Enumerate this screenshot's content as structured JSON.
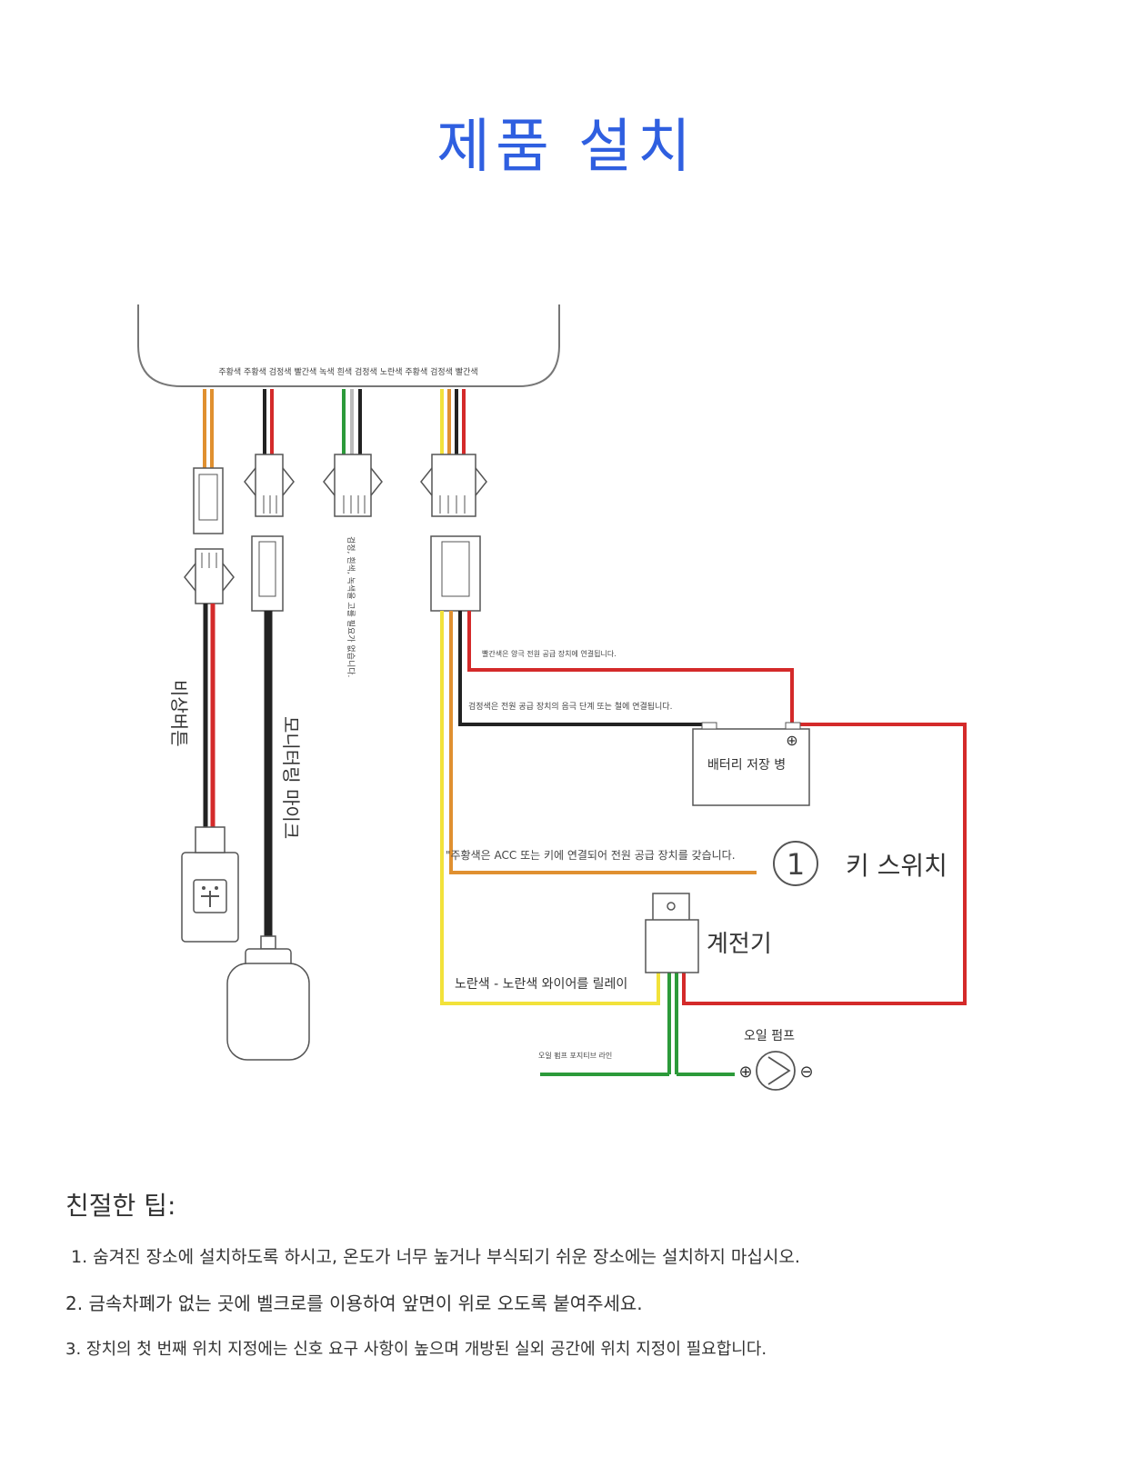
{
  "title": "제품 설치",
  "colors": {
    "title": "#2f5fe0",
    "orange_wire": "#e09030",
    "red_wire": "#d42a2a",
    "black_wire": "#222222",
    "yellow_wire": "#f2e23a",
    "green_wire": "#2c9a3a"
  },
  "harness": {
    "wire_colors_label": "주황색 주황색 검정색 빨간색 녹색 흰색 검정색 노란색 주황색 검정색 빨간색"
  },
  "labels": {
    "emergency_button": "비상버튼",
    "monitoring_mic": "모니터링 마이크",
    "unused_wires_note": "검정, 흰색, 녹색을 고를 필요가 없습니다.",
    "red_note": "빨간색은 양극 전원 공급 장치에 연결됩니다.",
    "black_note": "검정색은 전원 공급 장치의 음극 단계 또는 철에 연결됩니다.",
    "battery": "배터리 저장 병",
    "orange_note": "\"주황색은 ACC 또는 키에 연결되어 전원 공급 장치를 갖습니다.",
    "key_circle_number": "1",
    "key_switch": "키 스위치",
    "relay": "계전기",
    "yellow_note": "노란색 - 노란색 와이어를 릴레이",
    "oil_pump": "오일 펌프",
    "oil_pump_positive_line": "오일 펌프 포지티브 라인",
    "plus_symbol": "⊕",
    "minus_symbol": "⊖"
  },
  "tips": {
    "heading": "친절한 팁:",
    "items": [
      "1. 숨겨진 장소에 설치하도록 하시고, 온도가 너무 높거나 부식되기 쉬운 장소에는 설치하지 마십시오.",
      "2. 금속차폐가 없는 곳에 벨크로를 이용하여 앞면이 위로 오도록 붙여주세요.",
      "3. 장치의 첫 번째 위치 지정에는 신호 요구 사항이 높으며 개방된 실외 공간에 위치 지정이 필요합니다."
    ]
  }
}
